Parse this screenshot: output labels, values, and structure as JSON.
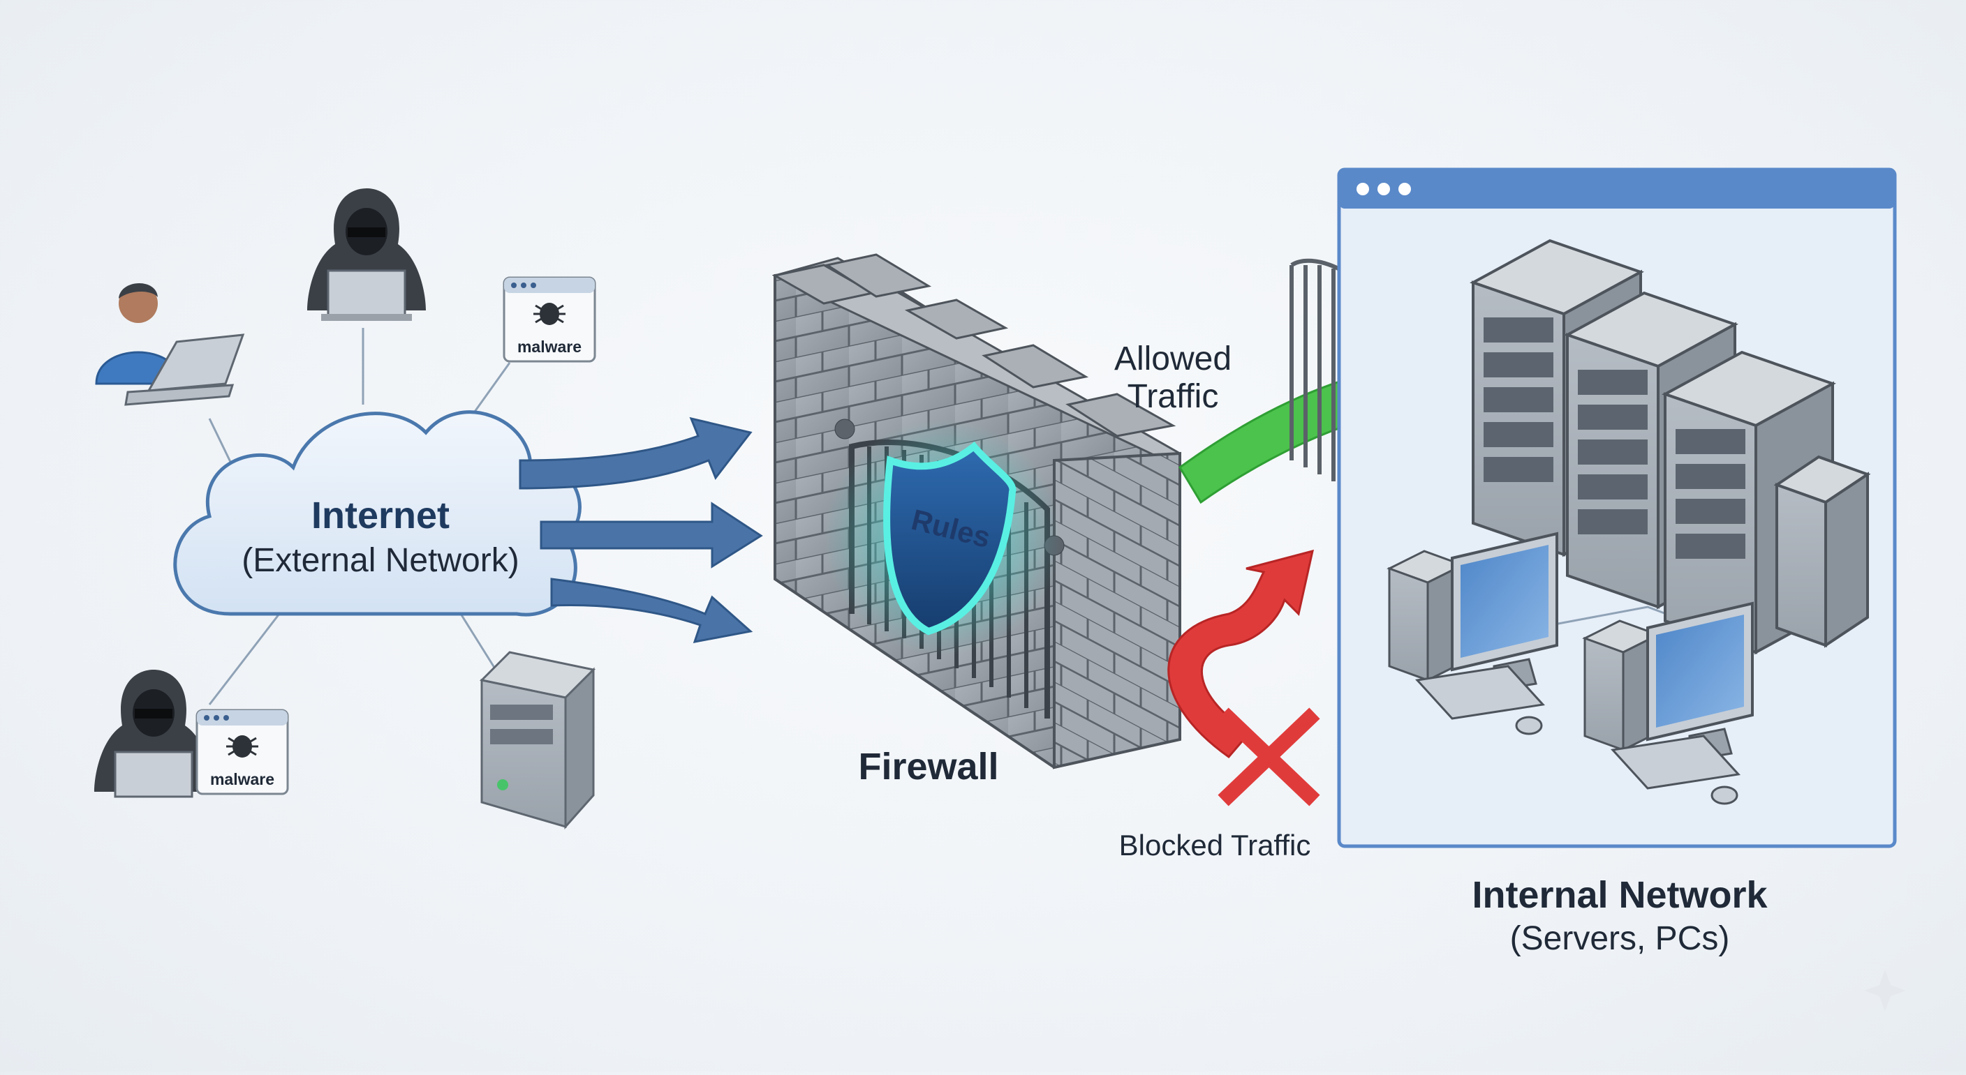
{
  "diagram": {
    "internet": {
      "title": "Internet",
      "subtitle": "(External Network)"
    },
    "firewall": {
      "title": "Firewall",
      "shield_label": "Rules"
    },
    "allowed": {
      "line1": "Allowed",
      "line2": "Traffic"
    },
    "blocked": {
      "label": "Blocked Traffic"
    },
    "internal": {
      "title": "Internal Network",
      "subtitle": "(Servers, PCs)"
    },
    "malware_badges": [
      "malware",
      "malware"
    ]
  },
  "colors": {
    "cloud_fill": "#e3edf8",
    "cloud_stroke": "#4a78ad",
    "flow_arrow": "#4a73a8",
    "allowed_arrow": "#4cc34c",
    "blocked_arrow": "#e03b3b",
    "wall": "#9ea4ab",
    "shield": "#1f4f8c",
    "shield_glow": "#4de3d8",
    "window_bar": "#5a89c9",
    "window_fill": "#e6eef8"
  },
  "icons": [
    "user-laptop-icon",
    "hacker-icon",
    "malware-window-icon",
    "server-tower-icon",
    "desktop-pc-icon",
    "gate-icon",
    "shield-icon",
    "blocked-x-icon"
  ]
}
